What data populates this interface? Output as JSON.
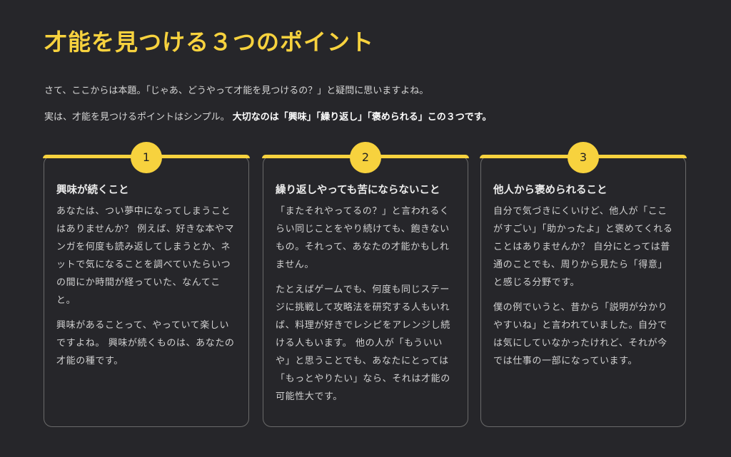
{
  "heading": "才能を見つける３つのポイント",
  "intro": {
    "line1": "さて、ここからは本題。「じゃあ、どうやって才能を見つけるの？」と疑問に思いますよね。",
    "line2_prefix": "実は、才能を見つけるポイントはシンプル。",
    "line2_bold": "大切なのは「興味」「繰り返し」「褒められる」この３つです。"
  },
  "cards": [
    {
      "number": "1",
      "title": "興味が続くこと",
      "paragraphs": [
        "あなたは、つい夢中になってしまうことはありませんか？ 例えば、好きな本やマンガを何度も読み返してしまうとか、ネットで気になることを調べていたらいつの間にか時間が経っていた、なんてこと。",
        "興味があることって、やっていて楽しいですよね。 興味が続くものは、あなたの才能の種です。"
      ]
    },
    {
      "number": "2",
      "title": "繰り返しやっても苦にならないこと",
      "paragraphs": [
        "「またそれやってるの？」と言われるくらい同じことをやり続けても、飽きないもの。それって、あなたの才能かもしれません。",
        "たとえばゲームでも、何度も同じステージに挑戦して攻略法を研究する人もいれば、料理が好きでレシピをアレンジし続ける人もいます。 他の人が「もういいや」と思うことでも、あなたにとっては「もっとやりたい」なら、それは才能の可能性大です。"
      ]
    },
    {
      "number": "3",
      "title": "他人から褒められること",
      "paragraphs": [
        "自分で気づきにくいけど、他人が「ここがすごい」「助かったよ」と褒めてくれることはありませんか？ 自分にとっては普通のことでも、周りから見たら「得意」と感じる分野です。",
        "僕の例でいうと、昔から「説明が分かりやすいね」と言われていました。自分では気にしていなかったけれど、それが今では仕事の一部になっています。"
      ]
    }
  ],
  "colors": {
    "accent": "#f7d23e",
    "background": "#26262a",
    "border": "#6a6a6a"
  }
}
